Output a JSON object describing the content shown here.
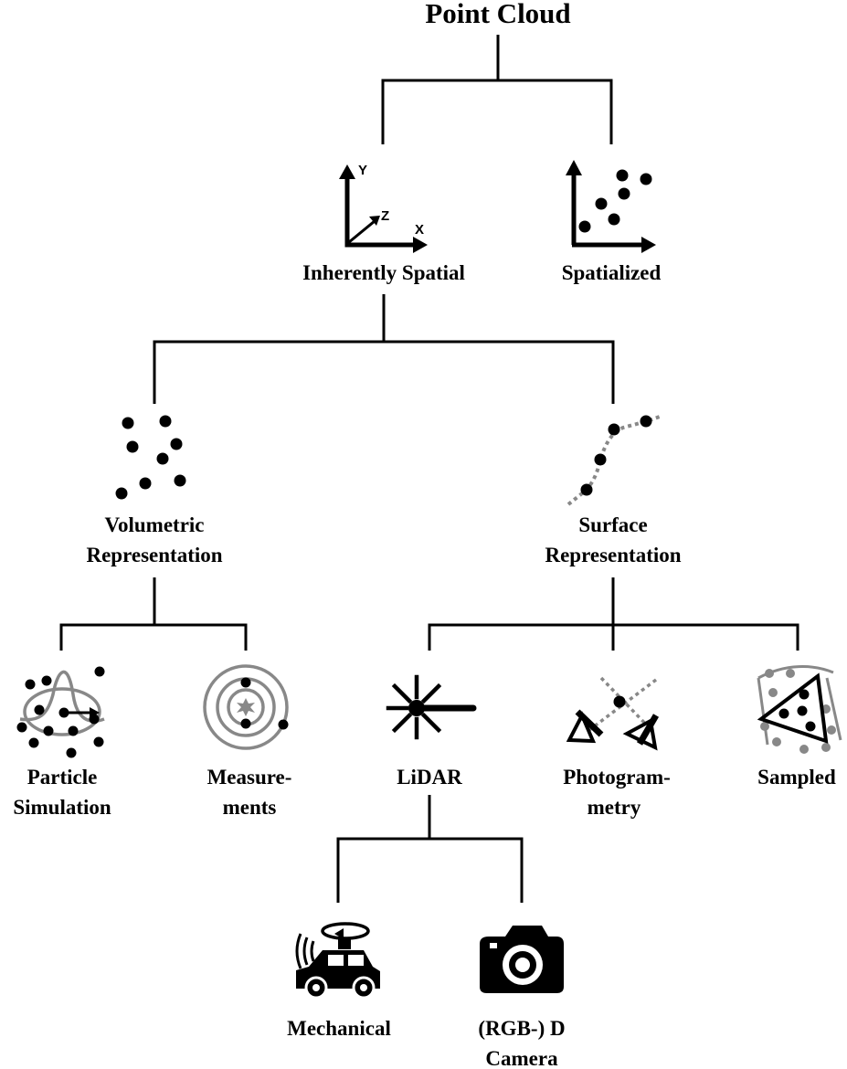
{
  "diagram": {
    "root": "Point Cloud",
    "level1": {
      "inherently_spatial": "Inherently Spatial",
      "spatialized": "Spatialized"
    },
    "axes_icon": {
      "y": "Y",
      "z": "Z",
      "x": "X"
    },
    "level2": {
      "volumetric": [
        "Volumetric",
        "Representation"
      ],
      "surface": [
        "Surface",
        "Representation"
      ]
    },
    "level3": {
      "particle": [
        "Particle",
        "Simulation"
      ],
      "measurements": [
        "Measure-",
        "ments"
      ],
      "lidar": "LiDAR",
      "photogrammetry": [
        "Photogram-",
        "metry"
      ],
      "sampled": "Sampled"
    },
    "level4": {
      "mechanical": "Mechanical",
      "rgbd": [
        "(RGB-) D",
        "Camera"
      ]
    },
    "icons": {
      "inherently_spatial": "xyz-axes-icon",
      "spatialized": "scatter-plot-icon",
      "volumetric": "point-scatter-icon",
      "surface": "surface-curve-points-icon",
      "particle": "particle-simulation-icon",
      "measurements": "concentric-rings-icon",
      "lidar": "laser-beam-icon",
      "photogrammetry": "two-cameras-triangulation-icon",
      "sampled": "sampled-triangle-icon",
      "mechanical": "car-spinning-lidar-icon",
      "rgbd": "camera-icon"
    },
    "colors": {
      "ink": "#000000",
      "grey": "#888888"
    }
  }
}
